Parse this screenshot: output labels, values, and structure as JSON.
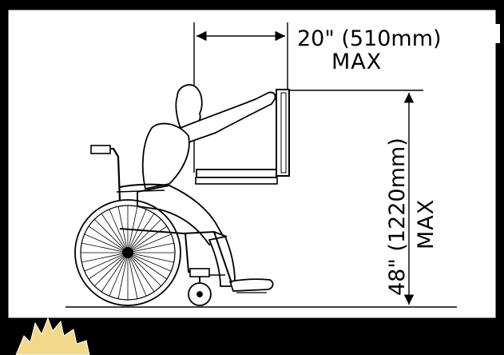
{
  "colors": {
    "frame": "#000000",
    "paper": "#ffffff",
    "ink": "#000000",
    "corner_badge": "#f2d98a"
  },
  "dimensions": {
    "horizontal_reach": {
      "value": "20\" (510mm)",
      "qualifier": "MAX"
    },
    "vertical_height": {
      "value": "48\" (1220mm)",
      "qualifier": "MAX"
    }
  }
}
